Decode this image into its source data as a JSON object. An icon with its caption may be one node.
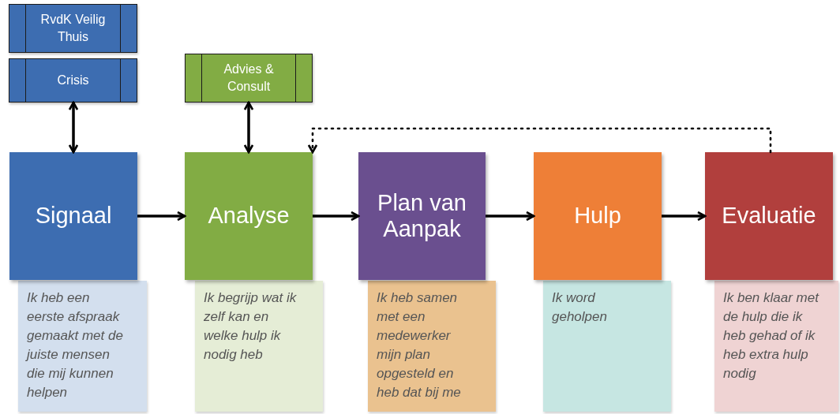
{
  "diagram": {
    "nodes": [
      {
        "text": [
          "RvdK Veilig Thuis"
        ]
      },
      {
        "text": [
          "Crisis"
        ]
      },
      {
        "text": [
          "Advies & Consult"
        ]
      },
      {
        "text": [
          "Signaal"
        ]
      },
      {
        "text": [
          "Analyse"
        ]
      },
      {
        "text": [
          "Plan van Aanpak"
        ]
      },
      {
        "text": [
          "Hulp"
        ]
      },
      {
        "text": [
          "Evaluatie"
        ]
      },
      {
        "text": [
          "Ik heb een eerste afspraak gemaakt met de juiste mensen die mij kunnen helpen"
        ]
      },
      {
        "text": [
          "Ik begrijp wat ik zelf kan en welke hulp ik nodig heb"
        ]
      },
      {
        "text": [
          "Ik heb samen met een medewerker mijn plan opgesteld en heb dat bij me"
        ]
      },
      {
        "text": [
          "Ik word geholpen"
        ]
      },
      {
        "text": [
          "Ik ben klaar met de hulp die ik heb gehad of ik heb extra hulp nodig"
        ]
      }
    ],
    "edges": [
      {
        "from": 1,
        "to": 3,
        "arrow": "both"
      },
      {
        "from": 2,
        "to": 4,
        "arrow": "both"
      },
      {
        "from": 3,
        "to": 4,
        "arrow": "to"
      },
      {
        "from": 4,
        "to": 5,
        "arrow": "to"
      },
      {
        "from": 5,
        "to": 6,
        "arrow": "to"
      },
      {
        "from": 6,
        "to": 7,
        "arrow": "to"
      },
      {
        "from": 7,
        "to": 4,
        "arrow": "to",
        "style": "dashed"
      }
    ]
  }
}
